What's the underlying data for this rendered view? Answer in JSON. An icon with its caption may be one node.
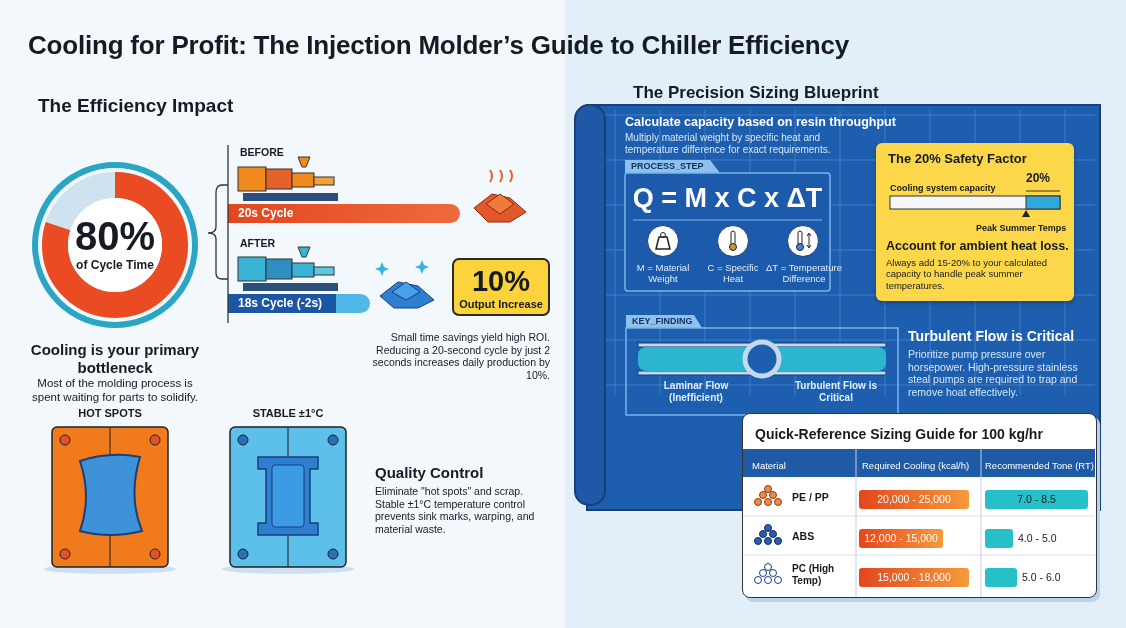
{
  "diagram": {
    "title": "Cooling for Profit: The Injection Molder’s Guide to Chiller Efficiency",
    "nodes": [
      {
        "text": [
          "80%",
          "of Cycle Time"
        ]
      },
      {
        "text": [
          "20s Cycle"
        ]
      },
      {
        "text": [
          "18s Cycle (-2s)"
        ]
      },
      {
        "text": [
          "10%",
          "Output Increase"
        ]
      },
      {
        "text": [
          "HOT SPOTS"
        ]
      },
      {
        "text": [
          "STABLE ±1°C"
        ]
      },
      {
        "text": [
          "The Precision Sizing Blueprint",
          "Calculate capacity based on resin throughput",
          "Multiply material weight by specific heat and temperature difference for exact requirements.",
          "Turbulent Flow is Critical",
          "Prioritize pump pressure over horsepower. High-pressure stainless steal pumps are required to trap and remove hoat effectively."
        ]
      },
      {
        "text": [
          "PROCESS_STEP",
          "Q = M x C x ΔT",
          "M = Material Weight",
          "C = Specific Heat",
          "ΔT = Temperature Difference"
        ],
        "in": 6
      },
      {
        "text": [
          "The 20% Safety Factor",
          "Cooling system capacity",
          "20%",
          "Peak Summer Temps",
          "Account for ambient heat loss.",
          "Always add 15-20% to your calculated capacity to handle peak summer temperatures."
        ],
        "in": 6
      },
      {
        "text": [
          "KEY_FINDING",
          "Laminar Flow (Inefficient)",
          "Turbulent Flow is Critical"
        ],
        "in": 6
      },
      {
        "text": [
          "Quick-Reference Sizing Guide for 100 kg/hr"
        ]
      }
    ],
    "labels": [
      "The Efficiency Impact",
      "BEFORE",
      "AFTER",
      "Cooling is your primary bottleneck",
      "Most of the molding process is spent waiting for parts to solidify.",
      "Small time savings yield high ROI. Reducing a 20-second cycle by just 2 seconds increases daily production by 10%.",
      "Quality Control",
      "Eliminate \"hot spots\" and scrap. Stable ±1°C temperature control prevents sink marks, warping, and material waste.",
      "Material",
      "Required Cooling (kcal/h)",
      "Recommended Tone (RT)",
      "PE / PP",
      "20,000 - 25,000",
      "7.0 - 8.5",
      "ABS",
      "12,000 - 15,000",
      "4.0 - 5.0",
      "PC (High Temp)",
      "15,000 - 18,000",
      "5.0 - 6.0"
    ]
  }
}
